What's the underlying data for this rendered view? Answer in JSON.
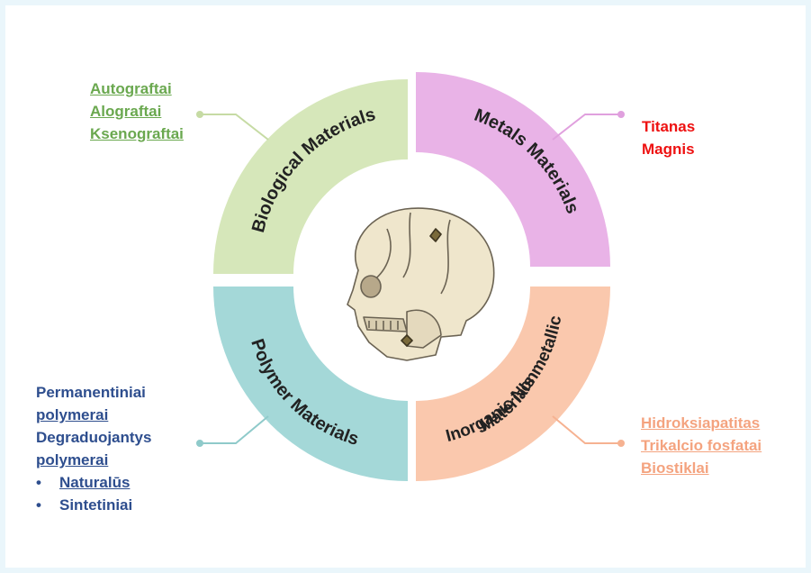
{
  "quadrants": {
    "biological": {
      "label": "Biological Materials",
      "color": "#d6e7ba"
    },
    "metals": {
      "label": "Metals Materials",
      "color": "#e9b3e7"
    },
    "polymer": {
      "label": "Polymer Materials",
      "color": "#a4d8d8"
    },
    "inorganic": {
      "label_line1": "Inorganic Nonmetallic",
      "label_line2": "Materials",
      "color": "#fac8ad"
    }
  },
  "biological_items": [
    "Autograftai",
    "Alograftai",
    "Ksenograftai"
  ],
  "metal_items": [
    "Titanas",
    "Magnis"
  ],
  "polymer_items": {
    "permanent_line1": "Permanentiniai",
    "permanent_line2": "polymerai",
    "degradable_line1": "Degraduojantys",
    "degradable_line2": "polymerai",
    "bullets": [
      "Naturalūs",
      "Sintetiniai"
    ],
    "bullet_symbol": "•"
  },
  "inorganic_items": [
    "Hidroksiapatitas",
    "Trikalcio fosfatai",
    "Biostiklai"
  ],
  "colors": {
    "biological_text": "#6aa84f",
    "metal_text": "#ee1111",
    "polymer_text": "#2e4e8e",
    "inorganic_text": "#f4a37f"
  },
  "center_image": "skull-icon"
}
